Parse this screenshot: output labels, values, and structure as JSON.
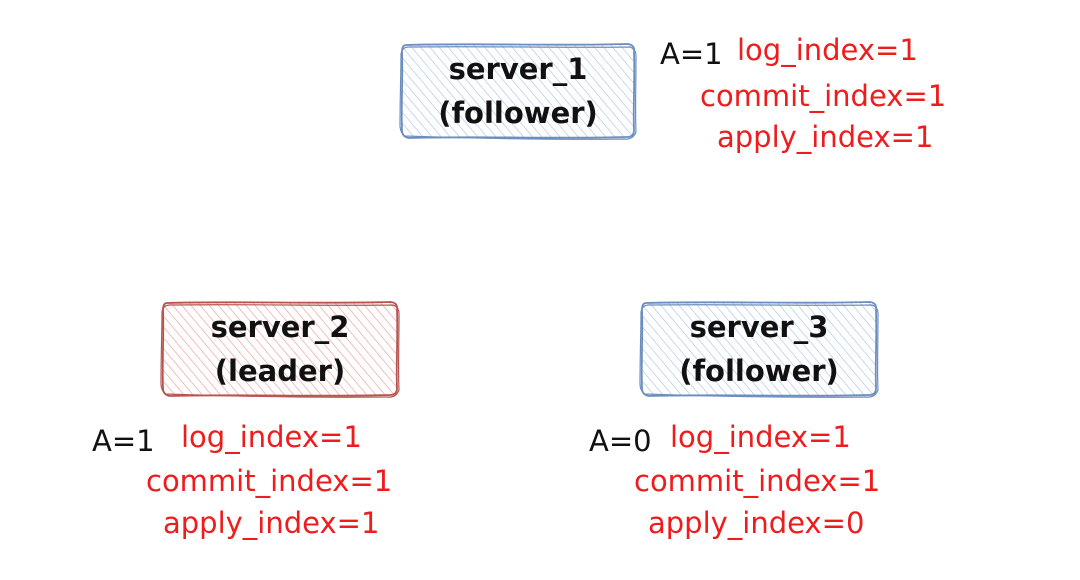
{
  "colors": {
    "follower_stroke": "#6c8ebf",
    "follower_fill": "#a9c4eb",
    "leader_stroke": "#b85450",
    "leader_fill": "#f19c99",
    "label_text": "#111111",
    "index_text": "#ee1c1c"
  },
  "servers": [
    {
      "id": "server_1",
      "name": "server_1",
      "role": "(follower)",
      "a_value": "A=1",
      "log_index": "log_index=1",
      "commit_index": "commit_index=1",
      "apply_index": "apply_index=1"
    },
    {
      "id": "server_2",
      "name": "server_2",
      "role": "(leader)",
      "a_value": "A=1",
      "log_index": "log_index=1",
      "commit_index": "commit_index=1",
      "apply_index": "apply_index=1"
    },
    {
      "id": "server_3",
      "name": "server_3",
      "role": "(follower)",
      "a_value": "A=0",
      "log_index": "log_index=1",
      "commit_index": "commit_index=1",
      "apply_index": "apply_index=0"
    }
  ]
}
